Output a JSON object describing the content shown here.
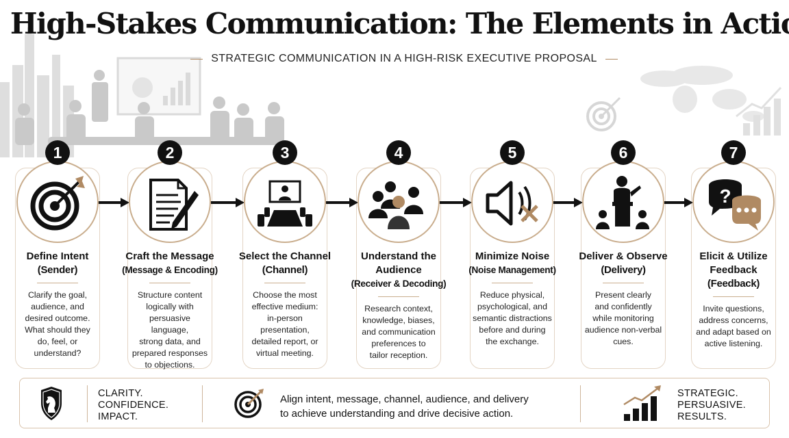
{
  "header": {
    "title": "High-Stakes Communication: The Elements in Action",
    "subtitle": "STRATEGIC COMMUNICATION IN A HIGH-RISK EXECUTIVE PROPOSAL"
  },
  "steps": [
    {
      "number": "1",
      "icon": "target-icon",
      "title": [
        "Define Intent",
        "(Sender)"
      ],
      "description": [
        "Clarify the goal,",
        "audience, and",
        "desired outcome.",
        "What should they",
        "do, feel, or",
        "understand?"
      ]
    },
    {
      "number": "2",
      "icon": "document-pen-icon",
      "title": [
        "Craft the Message",
        "(Message & Encoding)"
      ],
      "description": [
        "Structure content",
        "logically with",
        "persuasive language,",
        "strong data, and",
        "prepared responses",
        "to objections."
      ]
    },
    {
      "number": "3",
      "icon": "meeting-room-icon",
      "title": [
        "Select the Channel",
        "(Channel)"
      ],
      "description": [
        "Choose the most",
        "effective medium:",
        "in-person",
        "presentation,",
        "detailed report, or",
        "virtual meeting."
      ]
    },
    {
      "number": "4",
      "icon": "audience-icon",
      "title": [
        "Understand the",
        "Audience",
        "(Receiver & Decoding)"
      ],
      "description": [
        "Research context,",
        "knowledge, biases,",
        "and communication",
        "preferences to",
        "tailor reception."
      ]
    },
    {
      "number": "5",
      "icon": "muted-speaker-icon",
      "title": [
        "Minimize Noise",
        "(Noise Management)"
      ],
      "description": [
        "Reduce physical,",
        "psychological, and",
        "semantic distractions",
        "before and during",
        "the exchange."
      ]
    },
    {
      "number": "6",
      "icon": "presenter-podium-icon",
      "title": [
        "Deliver & Observe",
        "(Delivery)"
      ],
      "description": [
        "Present clearly",
        "and confidently",
        "while monitoring",
        "audience non-verbal",
        "cues."
      ]
    },
    {
      "number": "7",
      "icon": "speech-bubbles-icon",
      "title": [
        "Elicit & Utilize",
        "Feedback",
        "(Feedback)"
      ],
      "description": [
        "Invite questions,",
        "address concerns,",
        "and adapt based on",
        "active listening."
      ]
    }
  ],
  "footer": {
    "left_icon": "chess-knight-shield-icon",
    "left_lines": [
      "CLARITY.",
      "CONFIDENCE.",
      "IMPACT."
    ],
    "middle_icon": "target-icon",
    "middle_lines": [
      "Align intent, message, channel, audience, and delivery",
      "to achieve understanding and drive decisive action."
    ],
    "right_icon": "growth-chart-icon",
    "right_lines": [
      "STRATEGIC.",
      "PERSUASIVE.",
      "RESULTS."
    ]
  },
  "colors": {
    "accent": "#b08a63",
    "ink": "#111111",
    "ring": "#c9ad8d",
    "card_border": "#e3d4c4"
  }
}
